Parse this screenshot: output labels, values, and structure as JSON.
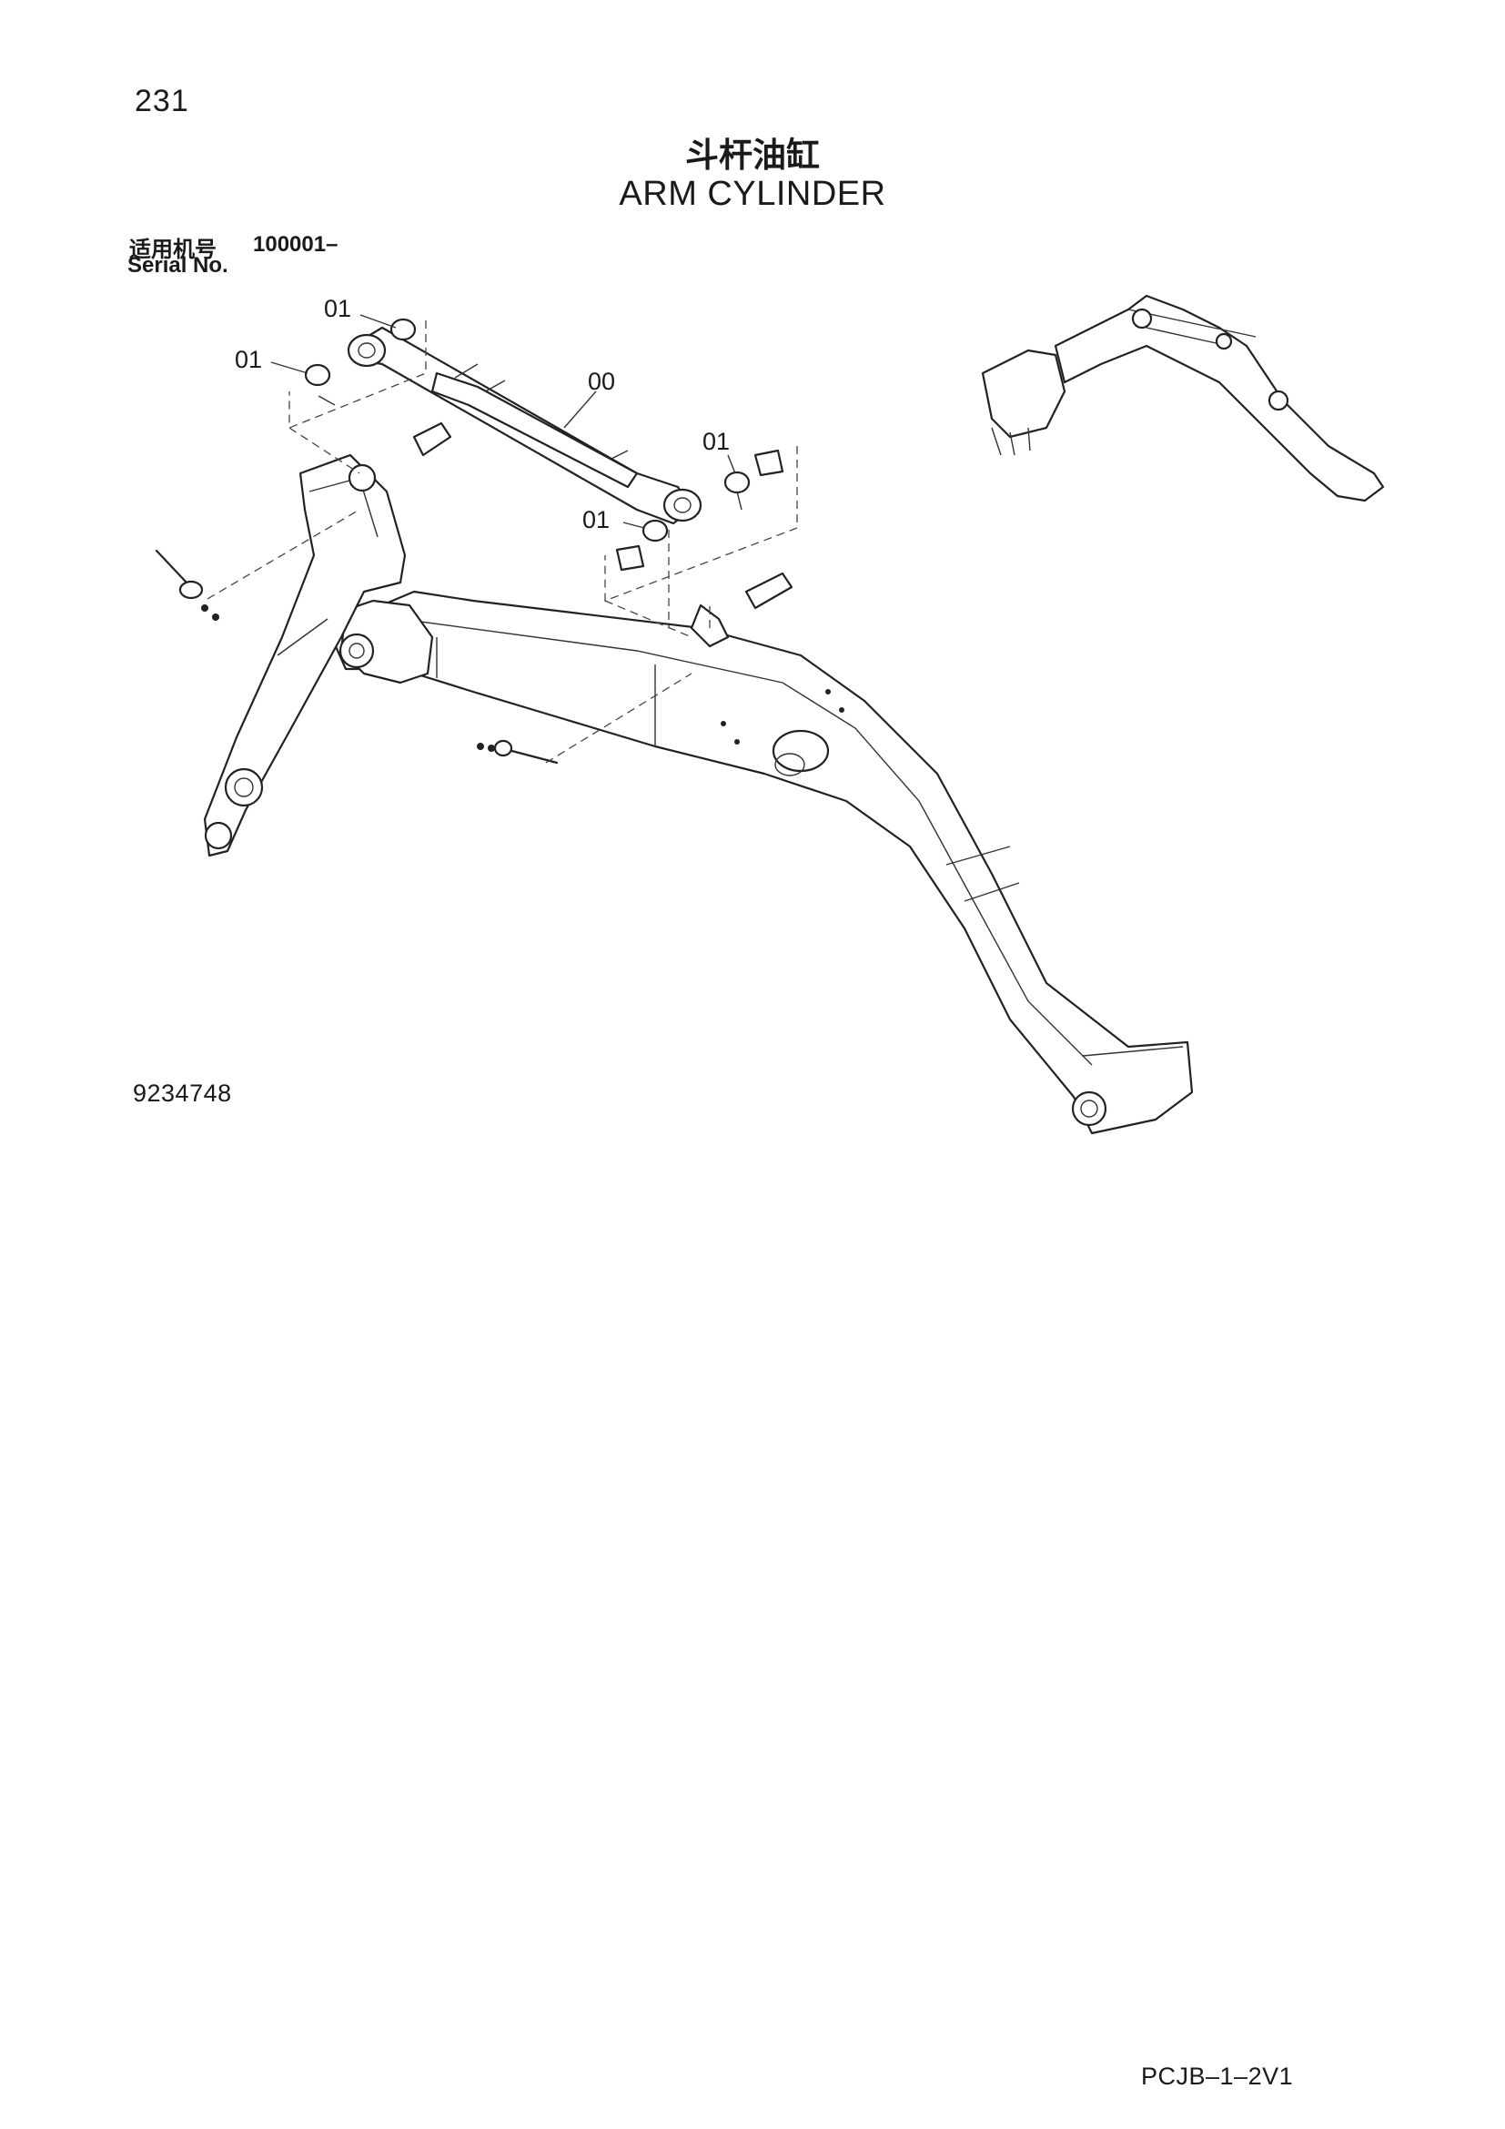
{
  "page": {
    "number": "231",
    "code": "PCJB–1–2V1"
  },
  "title": {
    "chinese": "斗杆油缸",
    "english": "ARM CYLINDER"
  },
  "serial": {
    "label_cn": "适用机号",
    "value": "100001–",
    "label_en": "Serial No."
  },
  "figure": {
    "number": "9234748"
  },
  "callouts": [
    {
      "id": "callout-01-top",
      "text": "01"
    },
    {
      "id": "callout-01-left",
      "text": "01"
    },
    {
      "id": "callout-00",
      "text": "00"
    },
    {
      "id": "callout-01-right",
      "text": "01"
    },
    {
      "id": "callout-01-bottom",
      "text": "01"
    }
  ],
  "colors": {
    "ink": "#1a1a1a",
    "paper": "#ffffff"
  }
}
